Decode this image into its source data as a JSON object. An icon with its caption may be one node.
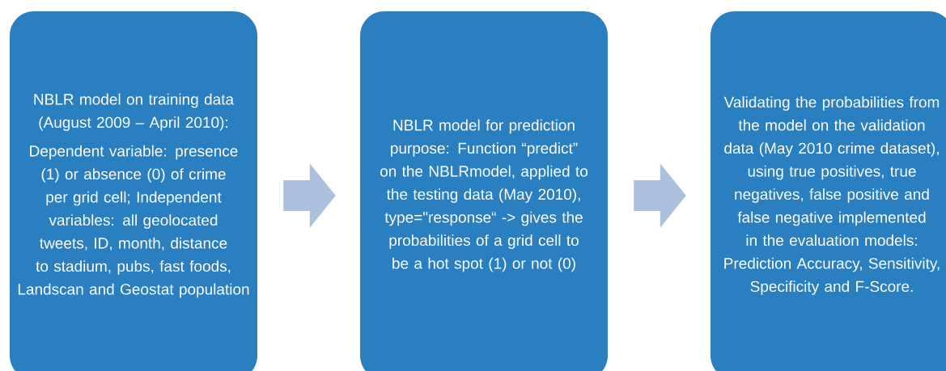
{
  "diagram": {
    "nodes": [
      {
        "text": [
          "NBLR model on training data (August 2009 – April 2010):",
          "Dependent variable: presence (1) or absence (0) of crime per grid cell; Independent variables: all geolocated tweets,  ID, month, distance to stadium, pubs, fast foods, Landscan and Geostat population"
        ]
      },
      {
        "text": [
          "NBLR model for prediction purpose: Function “predict” on the NBLRmodel, applied to the testing data (May 2010), type=\"response“ -> gives the probabilities of a grid cell to be a hot spot (1) or not (0)"
        ]
      },
      {
        "text": [
          "Validating the probabilities from the model on the validation data (May 2010 crime dataset), using true positives, true negatives, false positive and false negative implemented in the evaluation models: Prediction Accuracy, Sensitivity, Specificity and F-Score."
        ]
      }
    ],
    "edges": [
      {
        "from": 0,
        "to": 1,
        "arrow": "to"
      },
      {
        "from": 1,
        "to": 2,
        "arrow": "to"
      }
    ]
  }
}
